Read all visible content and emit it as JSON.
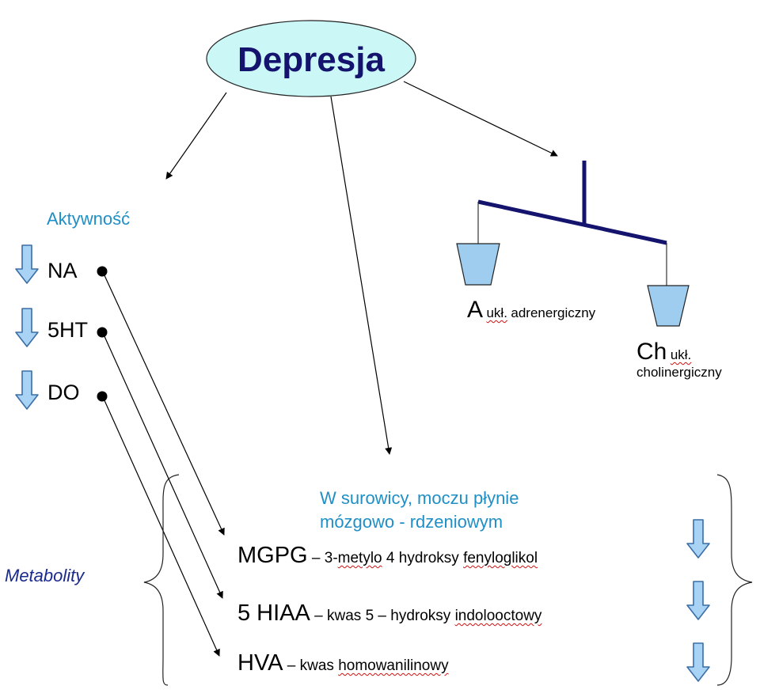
{
  "title": "Depresja",
  "activity_label": "Aktywność",
  "neurotransmitters": [
    {
      "label": "NA",
      "trend": "down"
    },
    {
      "label": "5HT",
      "trend": "down"
    },
    {
      "label": "DO",
      "trend": "down"
    }
  ],
  "systems": {
    "adrenergic": {
      "symbol": "A",
      "abbr": "ukł.",
      "name": "adrenergiczny"
    },
    "cholinergic": {
      "symbol": "Ch",
      "abbr": "ukł.",
      "name": "cholinergiczny"
    }
  },
  "fluids_label_line1": "W surowicy, moczu płynie",
  "fluids_label_line2": "mózgowo - rdzeniowym",
  "metabolites_label": "Metabolity",
  "metabolites": [
    {
      "abbr": "MGPG",
      "dash": " – ",
      "prefix": "3-",
      "squiggly1": "metylo",
      "mid": " 4 hydroksy ",
      "squiggly2": "fenyloglikol",
      "trend": "down"
    },
    {
      "abbr": "5 HIAA",
      "dash": " – ",
      "prefix": "kwas 5 – hydroksy ",
      "squiggly1": "",
      "mid": "",
      "squiggly2": "indolooctowy",
      "trend": "down"
    },
    {
      "abbr": "HVA",
      "dash": " – ",
      "prefix": "kwas ",
      "squiggly1": "",
      "mid": "",
      "squiggly2": "homowanilinowy",
      "trend": "down"
    }
  ],
  "colors": {
    "ellipse_fill": "#ccf7f7",
    "title_text": "#14146e",
    "section_text": "#1f8fc6",
    "metabolites_text": "#1a2a8c",
    "arrow_fill": "#a8d3f5",
    "arrow_stroke": "#3a6ea5",
    "scale_beam": "#14146e",
    "pan_fill": "#9fcdf0"
  }
}
